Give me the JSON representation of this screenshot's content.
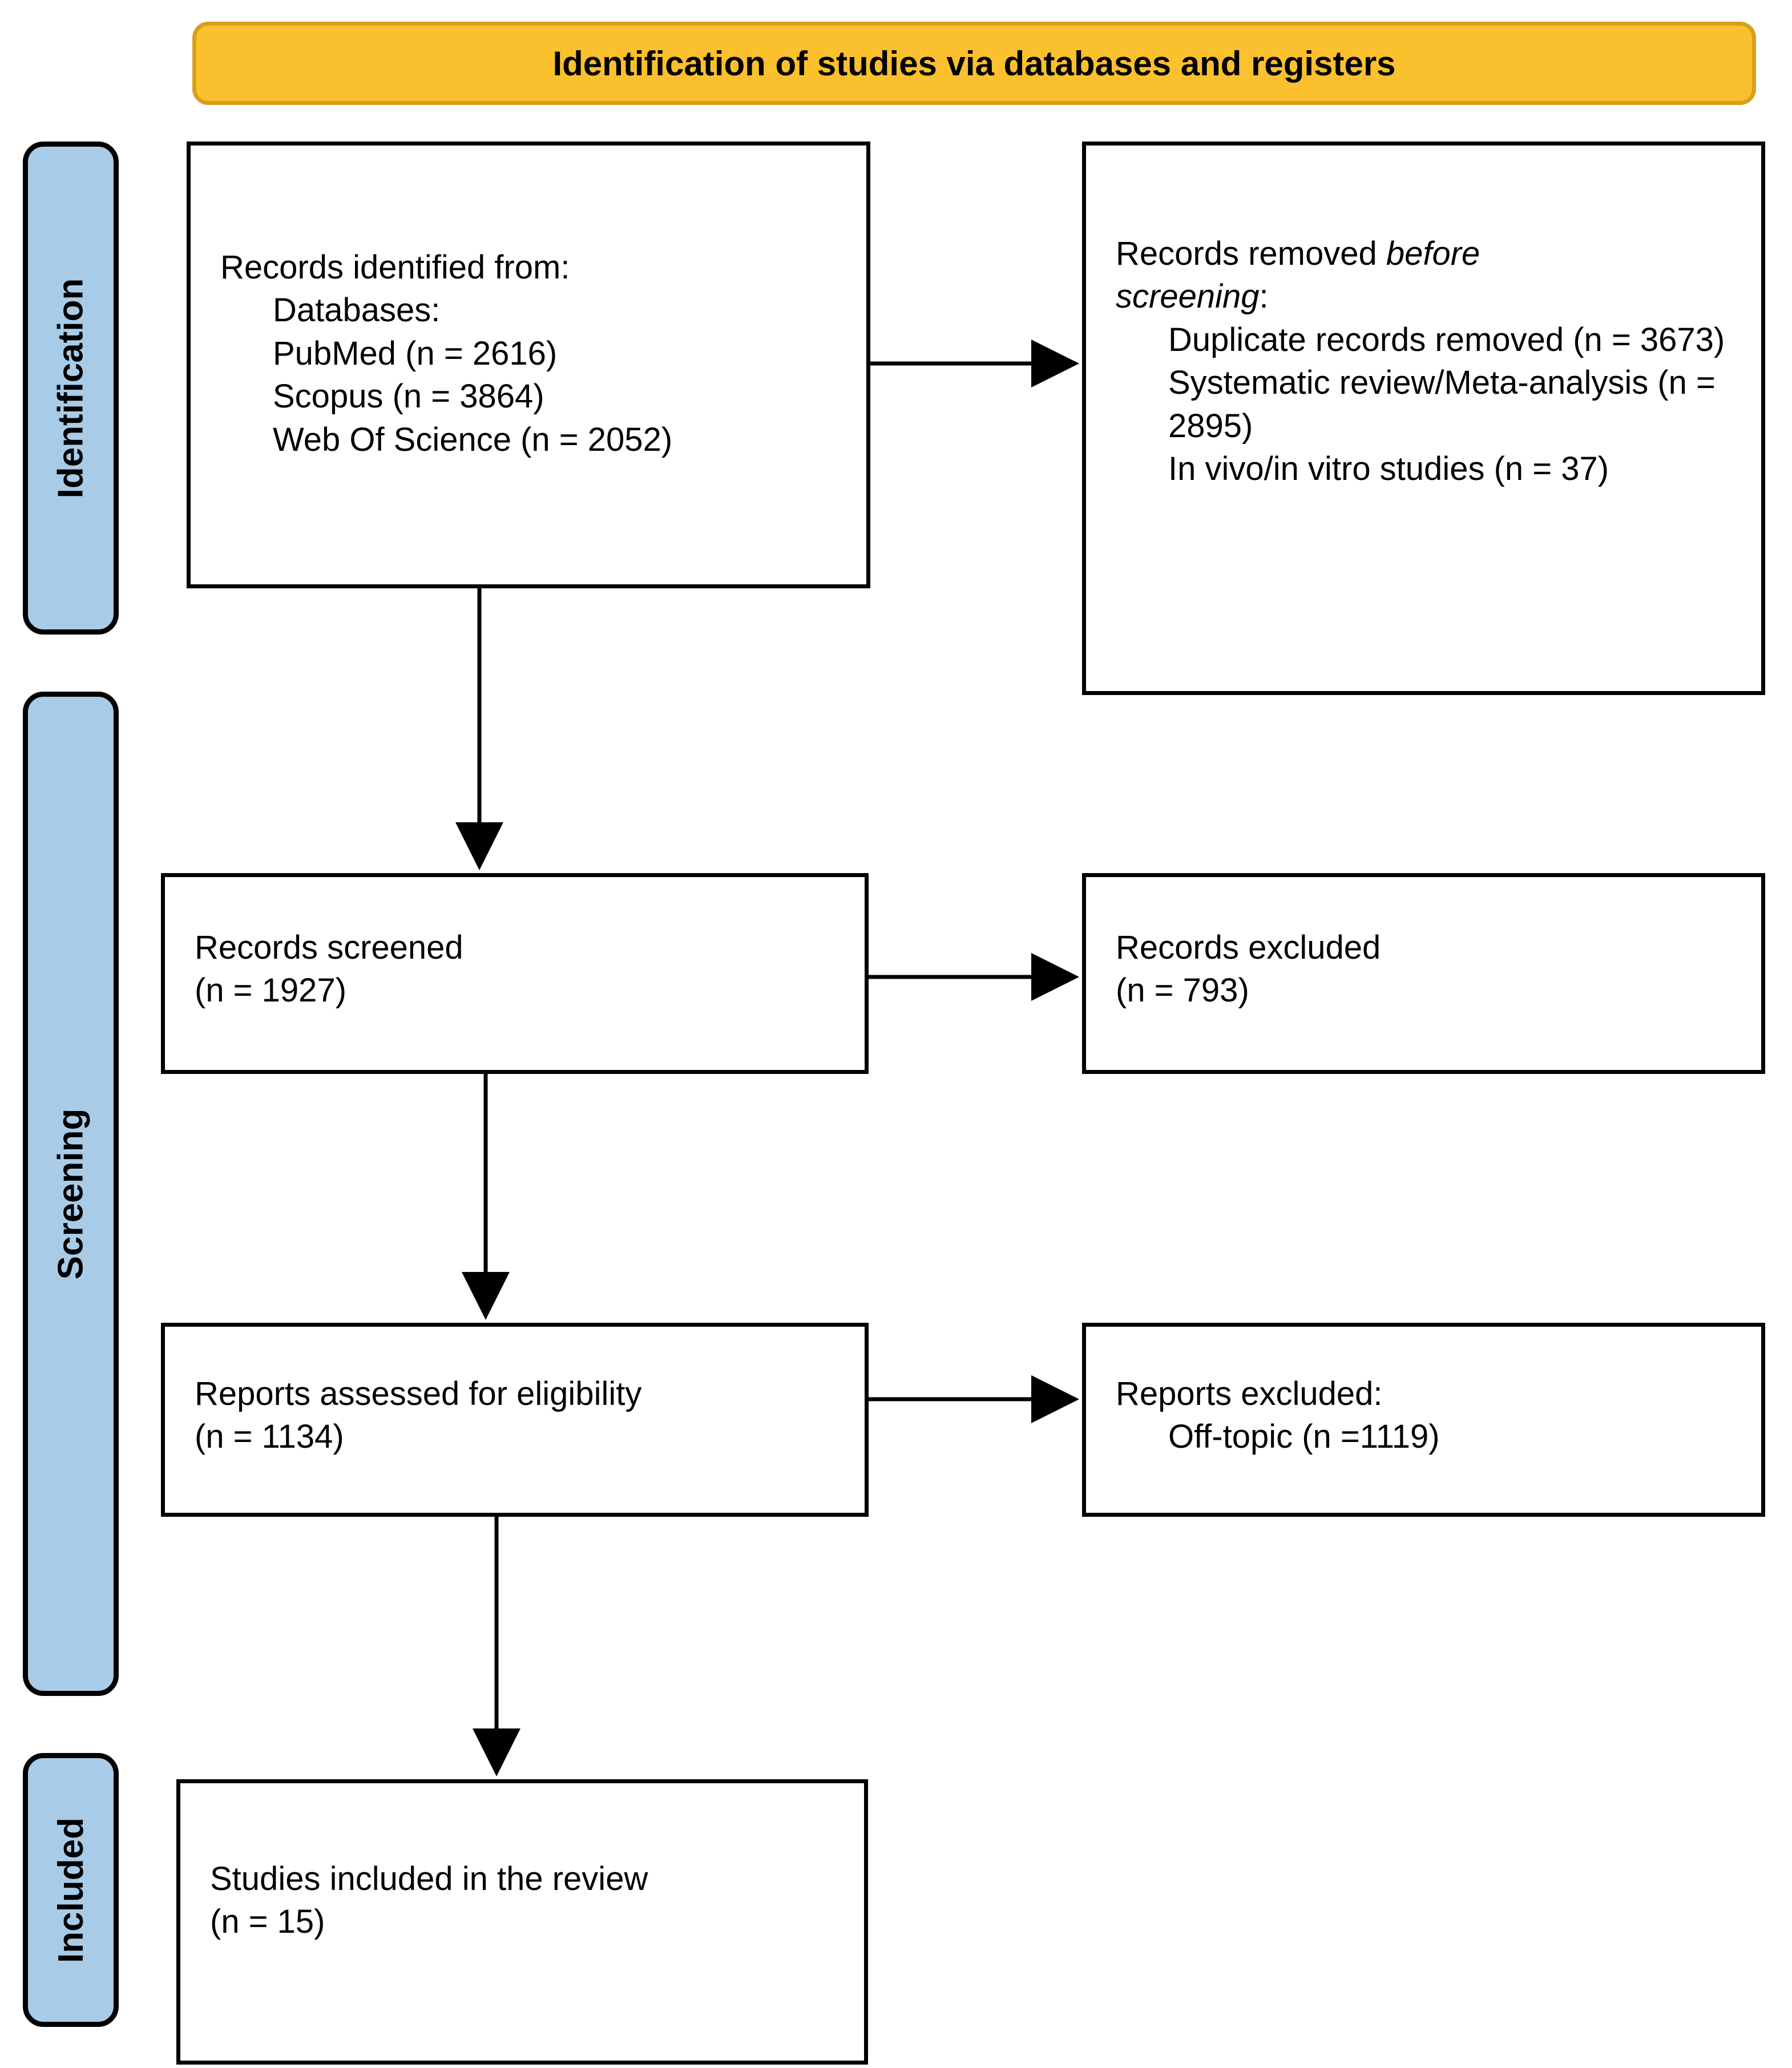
{
  "header": {
    "title": "Identification of studies via databases and registers",
    "banner_fill": "#FBC02D",
    "banner_border": "#D79F1C"
  },
  "stages": {
    "fill": "#A8CCE8",
    "items": [
      {
        "id": "identification",
        "label": "Identification"
      },
      {
        "id": "screening",
        "label": "Screening"
      },
      {
        "id": "included",
        "label": "Included"
      }
    ]
  },
  "boxes": {
    "identified": {
      "line1": "Records identified from:",
      "line2": "Databases:",
      "line3": "PubMed (n = 2616)",
      "line4": "Scopus (n = 3864)",
      "line5": "Web Of Science (n = 2052)"
    },
    "removed": {
      "line1a": "Records removed ",
      "line1b": "before",
      "line2a": "screening",
      "line2b": ":",
      "line3": "Duplicate records removed (n = 3673)",
      "line4": "Systematic review/Meta-analysis (n = 2895)",
      "line5": "In vivo/in vitro studies (n = 37)"
    },
    "screened": {
      "line1": "Records screened",
      "line2": "(n = 1927)"
    },
    "records_excluded": {
      "line1": "Records excluded",
      "line2": "(n = 793)"
    },
    "eligibility": {
      "line1": "Reports assessed for eligibility",
      "line2": "(n = 1134)"
    },
    "reports_excluded": {
      "line1": "Reports excluded:",
      "line2": "Off-topic (n =1119)"
    },
    "included": {
      "line1": "Studies included in the review",
      "line2": "(n = 15)"
    }
  },
  "chart_data": {
    "type": "diagram",
    "title": "Identification of studies via databases and registers",
    "nodes": [
      {
        "id": "identified",
        "stage": "Identification",
        "label": "Records identified from: Databases: PubMed (n = 2616) Scopus (n = 3864) Web Of Science (n = 2052)",
        "counts": {
          "PubMed": 2616,
          "Scopus": 3864,
          "Web Of Science": 2052
        }
      },
      {
        "id": "removed",
        "stage": "Identification",
        "label": "Records removed before screening",
        "counts": {
          "Duplicate records removed": 3673,
          "Systematic review/Meta-analysis": 2895,
          "In vivo/in vitro studies": 37
        }
      },
      {
        "id": "screened",
        "stage": "Screening",
        "label": "Records screened",
        "counts": {
          "n": 1927
        }
      },
      {
        "id": "records_excluded",
        "stage": "Screening",
        "label": "Records excluded",
        "counts": {
          "n": 793
        }
      },
      {
        "id": "eligibility",
        "stage": "Screening",
        "label": "Reports assessed for eligibility",
        "counts": {
          "n": 1134
        }
      },
      {
        "id": "reports_excluded",
        "stage": "Screening",
        "label": "Reports excluded: Off-topic",
        "counts": {
          "Off-topic": 1119
        }
      },
      {
        "id": "included",
        "stage": "Included",
        "label": "Studies included in the review",
        "counts": {
          "n": 15
        }
      }
    ],
    "edges": [
      {
        "from": "identified",
        "to": "removed",
        "direction": "right"
      },
      {
        "from": "identified",
        "to": "screened",
        "direction": "down"
      },
      {
        "from": "screened",
        "to": "records_excluded",
        "direction": "right"
      },
      {
        "from": "screened",
        "to": "eligibility",
        "direction": "down"
      },
      {
        "from": "eligibility",
        "to": "reports_excluded",
        "direction": "right"
      },
      {
        "from": "eligibility",
        "to": "included",
        "direction": "down"
      }
    ]
  }
}
